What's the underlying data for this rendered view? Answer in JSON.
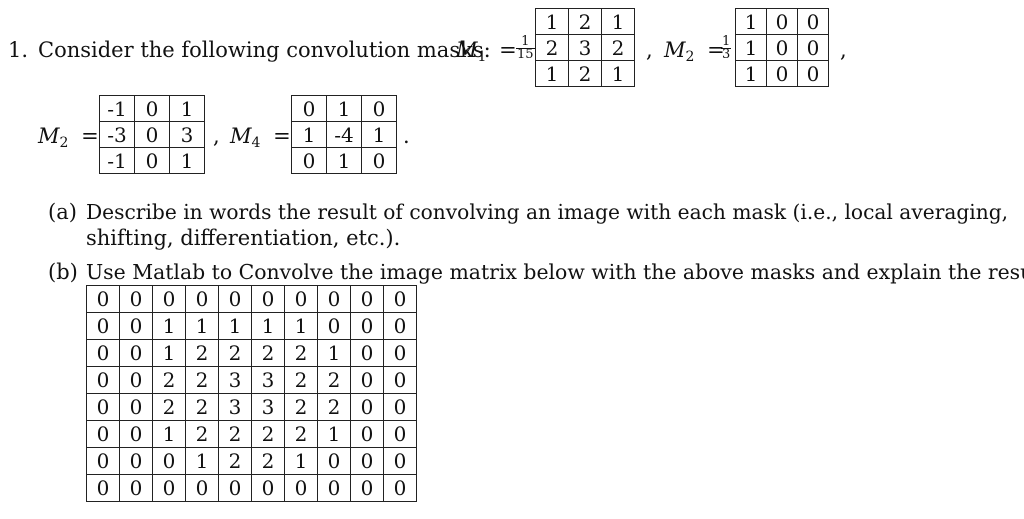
{
  "problem": {
    "number": "1.",
    "intro": "Consider the following convolution masks:",
    "m1_label": "M",
    "m1_sub": "1",
    "m1_factor_num": "1",
    "m1_factor_den": "15",
    "m2a_label": "M",
    "m2a_sub": "2",
    "m2a_factor_num": "1",
    "m2a_factor_den": "3",
    "m2b_label": "M",
    "m2b_sub": "2",
    "m4_label": "M",
    "m4_sub": "4",
    "equals": "=",
    "comma": ",",
    "period": "."
  },
  "masks": {
    "M1": [
      [
        "1",
        "2",
        "1"
      ],
      [
        "2",
        "3",
        "2"
      ],
      [
        "1",
        "2",
        "1"
      ]
    ],
    "M2a": [
      [
        "1",
        "0",
        "0"
      ],
      [
        "1",
        "0",
        "0"
      ],
      [
        "1",
        "0",
        "0"
      ]
    ],
    "M2b": [
      [
        "-1",
        "0",
        "1"
      ],
      [
        "-3",
        "0",
        "3"
      ],
      [
        "-1",
        "0",
        "1"
      ]
    ],
    "M4": [
      [
        "0",
        "1",
        "0"
      ],
      [
        "1",
        "-4",
        "1"
      ],
      [
        "0",
        "1",
        "0"
      ]
    ]
  },
  "parts": {
    "a_label": "(a)",
    "a_line1": "Describe in words the result of convolving an image with each mask (i.e., local averaging,",
    "a_line2": "shifting, differentiation, etc.).",
    "b_label": "(b)",
    "b_line1": "Use Matlab to Convolve the image matrix below with the above masks and explain the results."
  },
  "image_matrix": [
    [
      "0",
      "0",
      "0",
      "0",
      "0",
      "0",
      "0",
      "0",
      "0",
      "0"
    ],
    [
      "0",
      "0",
      "1",
      "1",
      "1",
      "1",
      "1",
      "0",
      "0",
      "0"
    ],
    [
      "0",
      "0",
      "1",
      "2",
      "2",
      "2",
      "2",
      "1",
      "0",
      "0"
    ],
    [
      "0",
      "0",
      "2",
      "2",
      "3",
      "3",
      "2",
      "2",
      "0",
      "0"
    ],
    [
      "0",
      "0",
      "2",
      "2",
      "3",
      "3",
      "2",
      "2",
      "0",
      "0"
    ],
    [
      "0",
      "0",
      "1",
      "2",
      "2",
      "2",
      "2",
      "1",
      "0",
      "0"
    ],
    [
      "0",
      "0",
      "0",
      "1",
      "2",
      "2",
      "1",
      "0",
      "0",
      "0"
    ],
    [
      "0",
      "0",
      "0",
      "0",
      "0",
      "0",
      "0",
      "0",
      "0",
      "0"
    ]
  ]
}
